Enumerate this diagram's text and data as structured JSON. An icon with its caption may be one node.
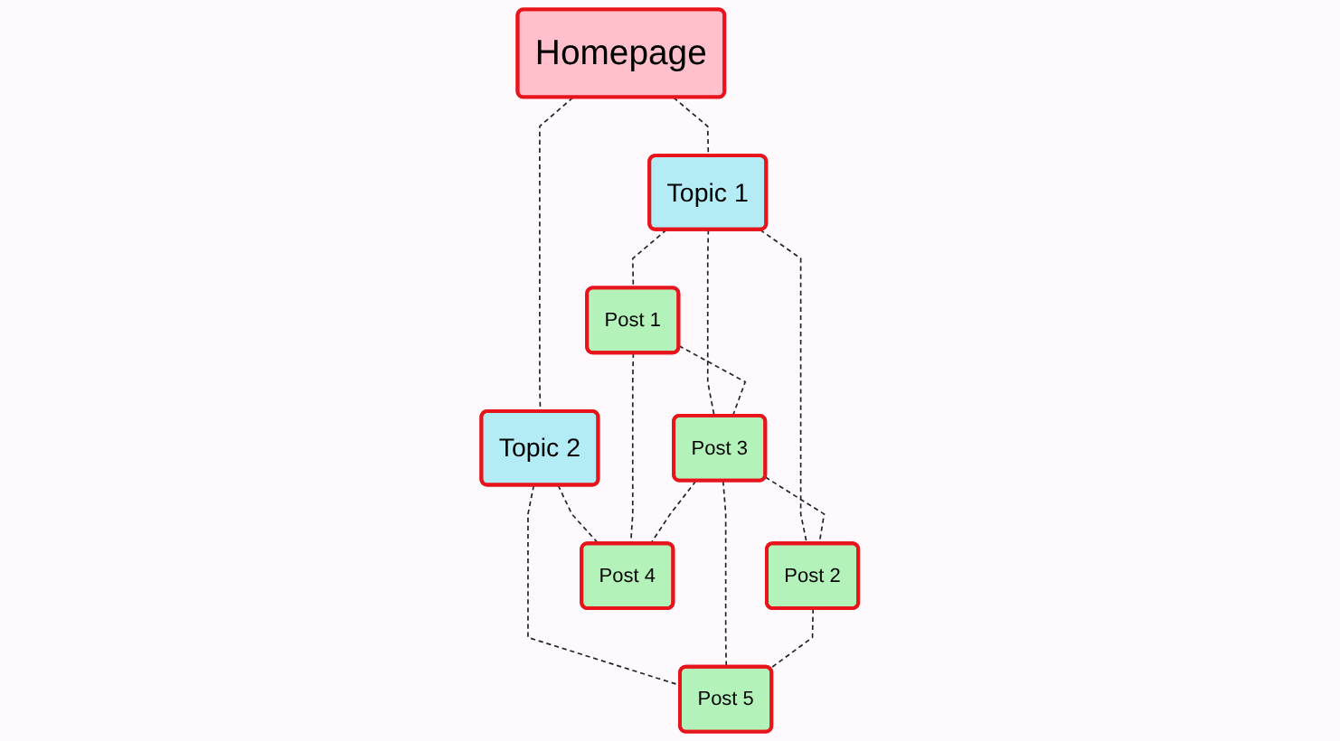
{
  "diagram": {
    "nodes": [
      {
        "text": [
          "Homepage"
        ]
      },
      {
        "text": [
          "Topic 1"
        ]
      },
      {
        "text": [
          "Topic 2"
        ]
      },
      {
        "text": [
          "Post 1"
        ]
      },
      {
        "text": [
          "Post 3"
        ]
      },
      {
        "text": [
          "Post 5"
        ]
      },
      {
        "text": [
          "Post 2"
        ]
      },
      {
        "text": [
          "Post 4"
        ]
      }
    ],
    "edges": [
      {
        "from": 0,
        "to": 1,
        "arrow": "none",
        "style": "dashed"
      },
      {
        "from": 0,
        "to": 2,
        "arrow": "none",
        "style": "dashed"
      },
      {
        "from": 1,
        "to": 3,
        "arrow": "none",
        "style": "dashed"
      },
      {
        "from": 1,
        "to": 4,
        "arrow": "none",
        "style": "dashed"
      },
      {
        "from": 1,
        "to": 6,
        "arrow": "none",
        "style": "dashed"
      },
      {
        "from": 2,
        "to": 7,
        "arrow": "none",
        "style": "dashed"
      },
      {
        "from": 2,
        "to": 5,
        "arrow": "none",
        "style": "dashed"
      },
      {
        "from": 3,
        "to": 4,
        "arrow": "none",
        "style": "dashed"
      },
      {
        "from": 3,
        "to": 7,
        "arrow": "none",
        "style": "dashed"
      },
      {
        "from": 4,
        "to": 6,
        "arrow": "none",
        "style": "dashed"
      },
      {
        "from": 4,
        "to": 7,
        "arrow": "none",
        "style": "dashed"
      },
      {
        "from": 4,
        "to": 5,
        "arrow": "none",
        "style": "dashed"
      },
      {
        "from": 6,
        "to": 5,
        "arrow": "none",
        "style": "dashed"
      }
    ]
  }
}
